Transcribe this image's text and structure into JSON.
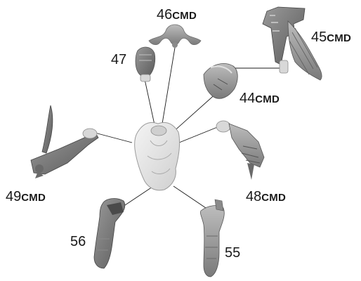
{
  "colors": {
    "part_light": "#e6e6e6",
    "part_mid": "#bdbdbd",
    "part_dark": "#6f6f6f",
    "leader_line": "#1a1a1a"
  },
  "parts": [
    {
      "id": "torso",
      "number": "",
      "suffix": ""
    },
    {
      "id": "p46",
      "number": "46",
      "suffix": "CMD"
    },
    {
      "id": "p47",
      "number": "47",
      "suffix": ""
    },
    {
      "id": "p45",
      "number": "45",
      "suffix": "CMD"
    },
    {
      "id": "p44",
      "number": "44",
      "suffix": "CMD"
    },
    {
      "id": "p49",
      "number": "49",
      "suffix": "CMD"
    },
    {
      "id": "p48",
      "number": "48",
      "suffix": "CMD"
    },
    {
      "id": "p56",
      "number": "56",
      "suffix": ""
    },
    {
      "id": "p55",
      "number": "55",
      "suffix": ""
    }
  ]
}
